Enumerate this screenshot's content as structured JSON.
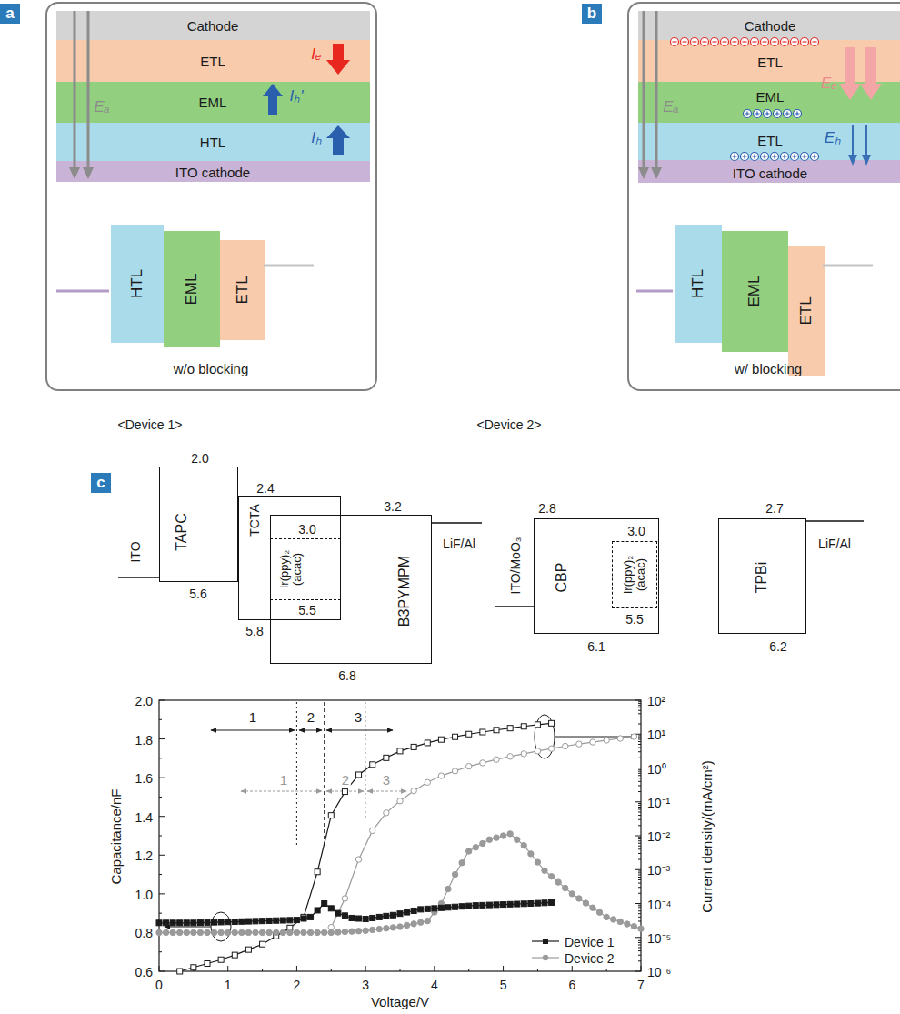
{
  "diagram": {
    "nodes": [
      {
        "text": [
          "a"
        ]
      },
      {
        "text": [
          "w/o blocking"
        ]
      },
      {
        "text": [
          "Cathode"
        ],
        "in": 1
      },
      {
        "text": [
          "ETL"
        ],
        "in": 1
      },
      {
        "text": [
          "EML"
        ],
        "in": 1
      },
      {
        "text": [
          "HTL"
        ],
        "in": 1
      },
      {
        "text": [
          "ITO cathode"
        ],
        "in": 1
      },
      {
        "text": [
          "HTL"
        ],
        "in": 1
      },
      {
        "text": [
          "EML"
        ],
        "in": 1
      },
      {
        "text": [
          "ETL"
        ],
        "in": 1
      },
      {
        "text": [
          "b"
        ]
      },
      {
        "text": [
          "w/ blocking"
        ]
      },
      {
        "text": [
          "Cathode"
        ],
        "in": 11
      },
      {
        "text": [
          "ETL"
        ],
        "in": 11
      },
      {
        "text": [
          "EML"
        ],
        "in": 11
      },
      {
        "text": [
          "ETL"
        ],
        "in": 11
      },
      {
        "text": [
          "ITO cathode"
        ],
        "in": 11
      },
      {
        "text": [
          "HTL"
        ],
        "in": 11
      },
      {
        "text": [
          "EML"
        ],
        "in": 11
      },
      {
        "text": [
          "ETL"
        ],
        "in": 11
      },
      {
        "text": [
          "c"
        ]
      },
      {
        "text": [
          "TAPC"
        ]
      },
      {
        "text": [
          "TCTA"
        ]
      },
      {
        "text": [
          "B3PYMPM"
        ]
      },
      {
        "text": [
          "Ir(ppy)₂ (acac)"
        ]
      },
      {
        "text": [
          "CBP"
        ]
      },
      {
        "text": [
          "Ir(ppy)₂ (acac)"
        ],
        "in": 25
      },
      {
        "text": [
          "TPBi"
        ]
      }
    ],
    "labels": [
      "Eₐ",
      "Iₑ",
      "Iₕ'",
      "Iₕ",
      "Eₐ",
      "Eₑ",
      "Eₕ",
      "<Device 1>",
      "<Device 2>",
      "2.0",
      "2.4",
      "3.0",
      "3.2",
      "5.5",
      "5.6",
      "5.8",
      "6.8",
      "ITO",
      "LiF/Al",
      "2.8",
      "3.0",
      "2.7",
      "5.5",
      "6.1",
      "6.2",
      "ITO/MoO₃",
      "LiF/Al",
      "1",
      "2",
      "3",
      "1",
      "2",
      "3",
      "2.0",
      "1.8",
      "1.6",
      "1.4",
      "1.2",
      "1.0",
      "0.8",
      "0.6",
      "10²",
      "10¹",
      "10⁰",
      "10⁻¹",
      "10⁻²",
      "10⁻³",
      "10⁻⁴",
      "10⁻⁵",
      "10⁻⁶",
      "0",
      "1",
      "2",
      "3",
      "4",
      "5",
      "6",
      "7",
      "Capacitance/nF",
      "Current density/(mA/cm²)",
      "Voltage/V"
    ],
    "legend": [
      {
        "text": "Device 1"
      },
      {
        "text": "Device 2"
      }
    ]
  }
}
